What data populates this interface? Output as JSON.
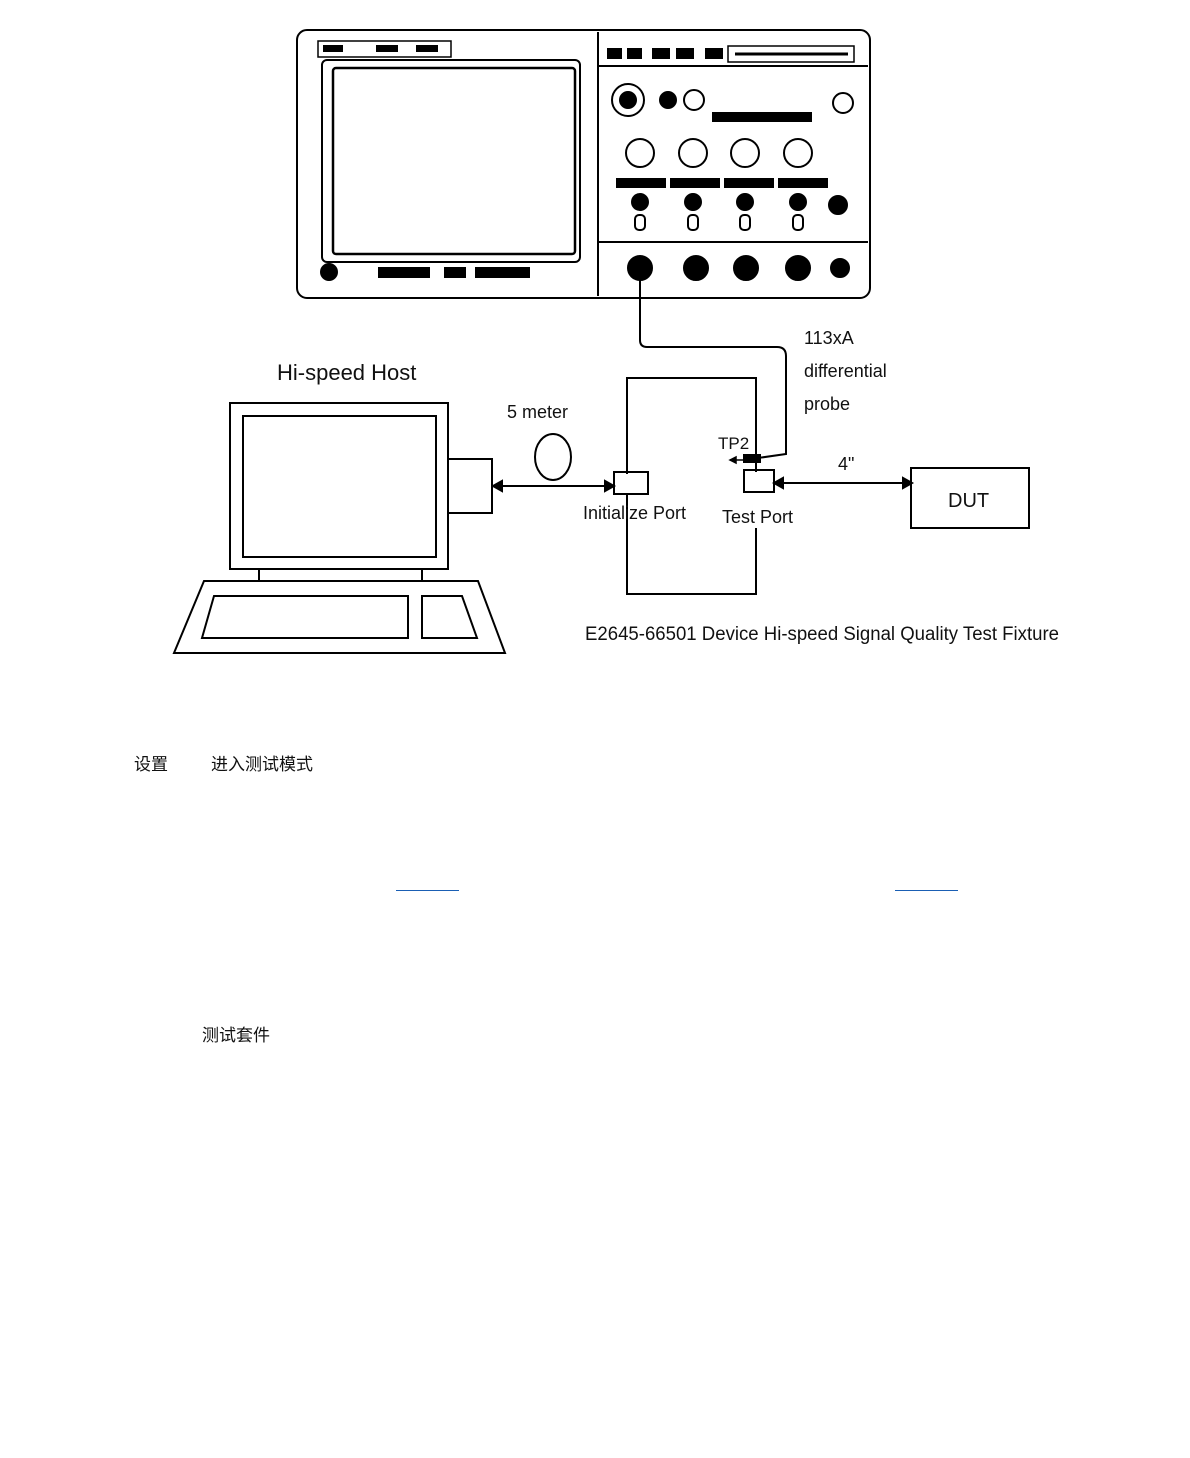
{
  "diagram": {
    "host_label": "Hi-speed Host",
    "cable_label": "5 meter",
    "probe_label_line1": "113xA",
    "probe_label_line2": "differential",
    "probe_label_line3": "probe",
    "tp2_label": "TP2",
    "length_label": "4\"",
    "init_port_label": "Initialize Port",
    "test_port_label": "Test Port",
    "dut_label": "DUT",
    "fixture_caption": "E2645-66501 Device Hi-speed Signal Quality Test Fixture"
  },
  "text": {
    "setup": "设置",
    "enter_test_mode": "进入测试模式",
    "test_kit": "测试套件"
  }
}
